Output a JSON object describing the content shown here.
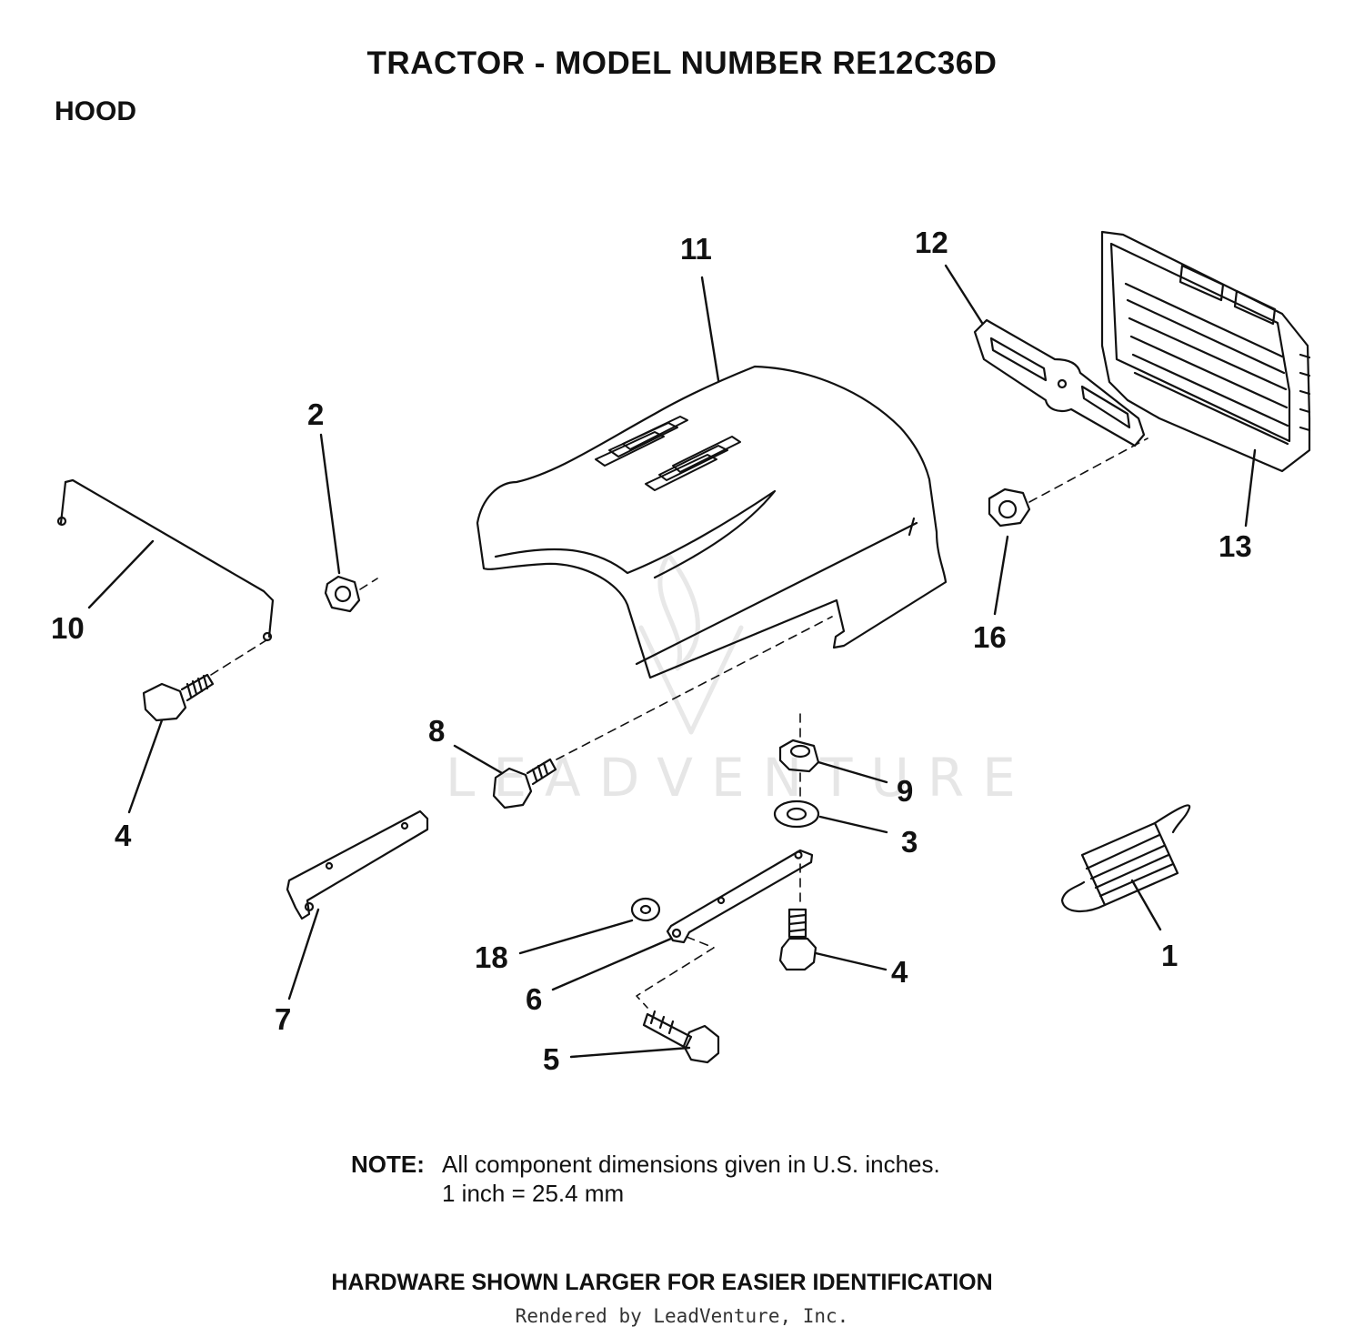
{
  "header": {
    "title": "TRACTOR   - MODEL NUMBER RE12C36D",
    "section": "HOOD"
  },
  "callouts": {
    "c1": "1",
    "c2": "2",
    "c3": "3",
    "c4a": "4",
    "c4b": "4",
    "c5": "5",
    "c6": "6",
    "c7": "7",
    "c8": "8",
    "c9": "9",
    "c10": "10",
    "c11": "11",
    "c12": "12",
    "c13": "13",
    "c16": "16",
    "c18": "18"
  },
  "watermark": "LEADVENTURE",
  "note": {
    "label": "NOTE:",
    "line1": "All component dimensions given in U.S. inches.",
    "line2": "1 inch = 25.4 mm"
  },
  "footer": {
    "hardware": "HARDWARE SHOWN LARGER FOR EASIER IDENTIFICATION",
    "credit": "Rendered by LeadVenture, Inc."
  }
}
